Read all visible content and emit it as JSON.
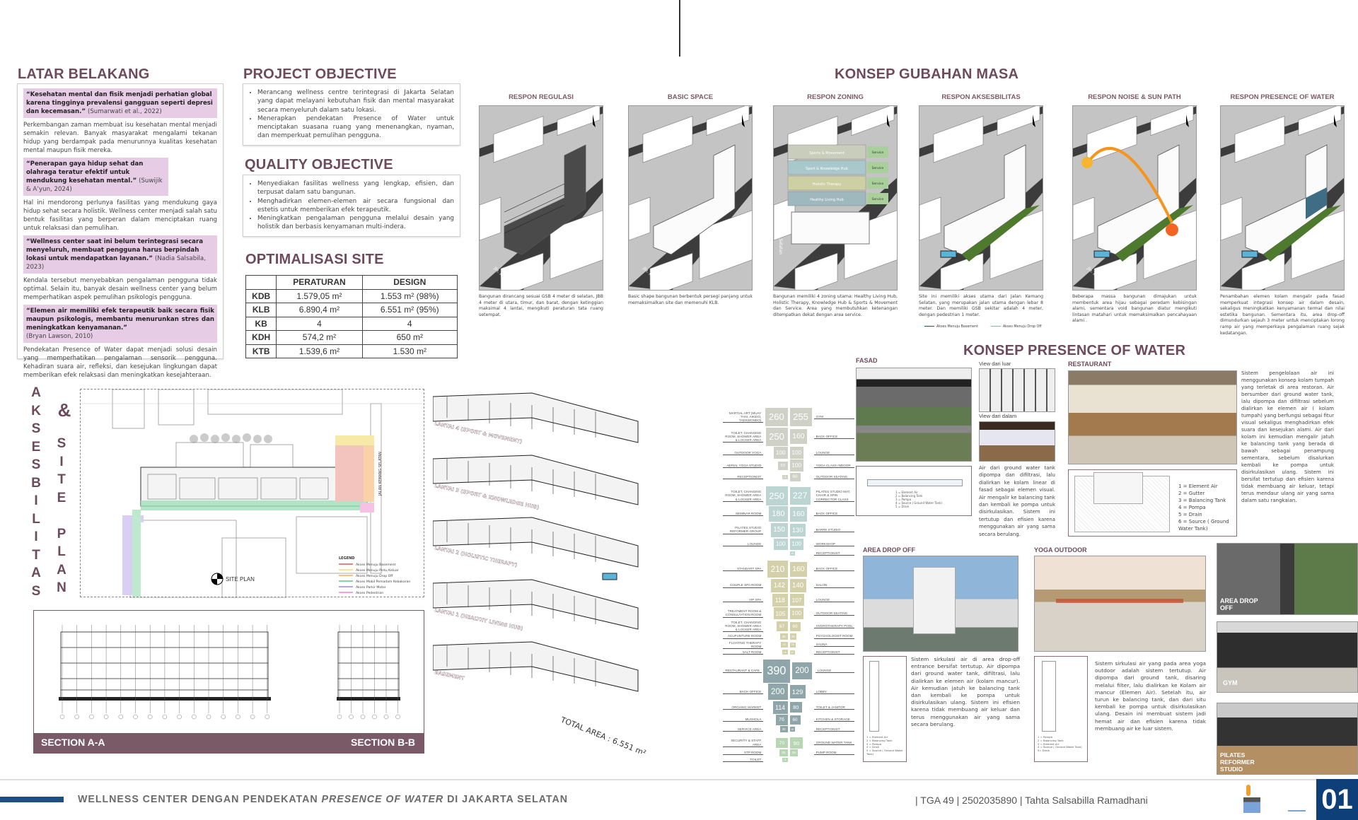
{
  "latar": {
    "title": "LATAR BELAKANG",
    "q1": "“Kesehatan mental dan fisik menjadi perhatian global karena tingginya prevalensi gangguan seperti depresi dan kecemasan.”",
    "q1_cite": "(Sumarwati et al., 2022)",
    "p1": "Perkembangan zaman membuat isu kesehatan mental menjadi semakin relevan. Banyak masyarakat mengalami tekanan hidup yang berdampak pada menurunnya kualitas kesehatan mental maupun fisik mereka.",
    "q2": "“Penerapan gaya hidup sehat dan olahraga teratur efektif untuk mendukung kesehatan mental.”",
    "q2_cite": "(Suwijik & A’yun, 2024)",
    "p2": "Hal ini mendorong perlunya fasilitas yang mendukung gaya hidup sehat secara holistik. Wellness center menjadi salah satu bentuk fasilitas yang berperan dalam menciptakan ruang untuk relaksasi dan pemulihan.",
    "q3": "“Wellness center saat ini belum terintegrasi secara menyeluruh, membuat pengguna harus berpindah lokasi untuk mendapatkan layanan.”",
    "q3_cite": "(Nadia Salsabila, 2023)",
    "p3": "Kendala tersebut menyebabkan pengalaman pengguna tidak optimal. Selain itu, banyak desain wellness center yang belum memperhatikan aspek pemulihan psikologis pengguna.",
    "q4": "“Elemen air memiliki efek terapeutik baik secara fisik maupun psikologis, membantu menurunkan stres dan meningkatkan kenyamanan.”",
    "q4_cite": "(Bryan Lawson, 2010)",
    "p4": "Pendekatan Presence of Water dapat menjadi solusi desain yang memperhatikan pengalaman sensorik pengguna. Kehadiran suara air, refleksi, dan kesejukan lingkungan dapat memberikan efek relaksasi dan meningkatkan kesejahteraan."
  },
  "project_objective": {
    "title": "PROJECT OBJECTIVE",
    "items": [
      "Merancang wellness centre terintegrasi di Jakarta Selatan yang dapat melayani kebutuhan fisik dan mental masyarakat secara menyeluruh dalam satu lokasi.",
      "Menerapkan pendekatan Presence of Water untuk menciptakan suasana ruang yang menenangkan, nyaman, dan memperkuat pemulihan pengguna."
    ]
  },
  "quality_objective": {
    "title": "QUALITY OBJECTIVE",
    "items": [
      "Menyediakan fasilitas wellness yang lengkap, efisien, dan terpusat dalam satu bangunan.",
      "Menghadirkan elemen-elemen air secara fungsional dan estetis untuk memberikan efek terapeutik.",
      "Meningkatkan pengalaman pengguna melalui desain yang holistik dan berbasis kenyamanan multi-indera."
    ]
  },
  "optimalisasi": {
    "title": "OPTIMALISASI SITE",
    "headers": [
      "",
      "PERATURAN",
      "DESIGN"
    ],
    "rows": [
      [
        "KDB",
        "1.579,05 m²",
        "1.553 m² (98%)"
      ],
      [
        "KLB",
        "6.890,4 m²",
        "6.551 m² (95%)"
      ],
      [
        "KB",
        "4",
        "4"
      ],
      [
        "KDH",
        "574,2 m²",
        "650 m²"
      ],
      [
        "KTB",
        "1.539,6 m²",
        "1.530 m²"
      ]
    ]
  },
  "gubahan": {
    "title": "KONSEP GUBAHAN MASA",
    "street": "Jln. Kemang Selatan",
    "panels": [
      {
        "title": "RESPON REGULASI",
        "caption": "Bangunan dirancang sesuai GSB 4 meter di selatan, JBB 4 meter di utara, timur, dan barat, dengan ketinggian maksimal 4 lantai, mengikuti peraturan tata ruang setempat."
      },
      {
        "title": "BASIC SPACE",
        "caption": "Basic shape bangunan berbentuk persegi panjang untuk memaksimalkan site dan memenuhi KLB."
      },
      {
        "title": "RESPON ZONING",
        "caption": "Bangunan memiliki 4 zoning utama: Healthy Living Hub, Holistic Therapy, Knowledge Hub & Sports & Movement dan Service. Area yang membutuhkan ketenangan ditempatkan dekat dengan area service.",
        "zones": [
          "Sports & Movement",
          "Sport & Knowledge Hub",
          "Holistic Therapy",
          "Healthy Living Hub"
        ],
        "service": "Service"
      },
      {
        "title": "RESPON AKSESBILITAS",
        "caption": "Site ini memiliki akses utama dari Jalan Kemang Selatan, yang merupakan jalan utama dengan lebar 8 meter. Dan memiliki GSB sekitar adalah 4 meter, dengan pedestrian 1 meter.",
        "legend": [
          "Akses Menuju Basement",
          "Akses Menuju Drop Off"
        ]
      },
      {
        "title": "RESPON NOISE & SUN PATH",
        "caption": "Beberapa massa bangunan dimajukan untuk membentuk area hijau sebagai peredam kebisingan alami, sementara void bangunan diatur mengikuti lintasan matahari untuk memaksimalkan pencahayaan alami ."
      },
      {
        "title": "RESPON PRESENCE OF WATER",
        "caption": "Penambahan elemen kolam mengalir pada fasad memperkuat integrasi konsep air dalam desain, sekaligus meningkatkan kenyamanan termal dan nilai estetika bangunan. Sementara itu, area drop-off dimundurkan sejauh 3 meter untuk menciptakan lorong ramp air yang memperkaya pengalaman ruang sejak kedatangan."
      }
    ]
  },
  "site": {
    "vertical_left": "AKSESBILITAS",
    "amp": "&",
    "vertical_right": [
      "S",
      "I",
      "T",
      "E",
      "",
      "P",
      "L",
      "A",
      "N"
    ],
    "street": "JALAN KEMANG SELATAN",
    "plan_label": "SITE PLAN",
    "legend_title": "LEGEND",
    "legend": [
      {
        "label": "Akses Menuju Basement",
        "color": "#d9363e"
      },
      {
        "label": "Akses Menuju Pintu Keluar",
        "color": "#f2d45c"
      },
      {
        "label": "Akses Menuju Drop Off",
        "color": "#f39a3b"
      },
      {
        "label": "Akses Mobil Pemadam Kebakaran",
        "color": "#3cba6f"
      },
      {
        "label": "Akses Parkir Motor",
        "color": "#8b6ee8"
      },
      {
        "label": "Akses Pedestrian",
        "color": "#e86cc4"
      }
    ],
    "section_a": "SECTION A-A",
    "section_b": "SECTION B-B"
  },
  "axo": {
    "floors": [
      "LANTAI 4 (SPORT & MOVEMENT)",
      "LANTAI 3 (SPORT & KNOWLEDGE HUB)",
      "LANTAI 2 (HOLISTIC THERAPY)",
      "LANTAI 1 (HEALTHY LIVING HUB)",
      "BASEMENT"
    ],
    "total": "TOTAL AREA : 6.551 m²"
  },
  "areas": [
    {
      "color": "#cfd0c6",
      "rows": [
        [
          [
            "MARTIAL ART (MUAY THAI, AIKIDO, TAEKWONDO)",
            260
          ],
          [
            "GYM",
            255
          ]
        ],
        [
          [
            "TOILET, CHANGING ROOM, SHOWER AREA & LOCKER AREA",
            250
          ],
          [
            "BACK OFFICE",
            160
          ]
        ],
        [
          [
            "OUTDOOR YOGA",
            100
          ],
          [
            "LOUNGE",
            100
          ]
        ],
        [
          [
            "AERIAL YOGA STUDIO",
            50
          ],
          [
            "YOGA CLASS INDOOR",
            100
          ]
        ],
        [
          [
            "RECEPTIONIST",
            15
          ],
          [
            "OUTDOOR SEATING",
            60
          ]
        ]
      ]
    },
    {
      "color": "#bcd4d2",
      "rows": [
        [
          [
            "TOILET, CHANGING ROOM, SHOWER AREA & LOCKER AREA",
            250
          ],
          [
            "PILATES STUDIO MAT, CHAIR & SPIN CORRECTOR CLASS",
            227
          ]
        ],
        [
          [
            "SEMINAR ROOM",
            180
          ],
          [
            "BACK OFFICE",
            160
          ]
        ],
        [
          [
            "PILATES STUDIO REFORMER GROUP",
            150
          ],
          [
            "BARRE STUDIO",
            130
          ]
        ],
        [
          [
            "LOUNGE",
            100
          ],
          [
            "WORKSHOP",
            100
          ]
        ],
        [
          null,
          [
            "RECEPTIONIST",
            15
          ]
        ]
      ]
    },
    {
      "color": "#d4d0aa",
      "rows": [
        [
          [
            "STANDART SPA",
            210
          ],
          [
            "BACK OFFICE",
            160
          ]
        ],
        [
          [
            "COUPLE SPA ROOM",
            142
          ],
          [
            "SALON",
            140
          ]
        ],
        [
          [
            "VIP SPA",
            118
          ],
          [
            "LOUNGE",
            107
          ]
        ],
        [
          [
            "TREATMENT ROOM & CONSULTATION ROOM",
            105
          ],
          [
            "OUTDOOR SEATING",
            100
          ]
        ],
        [
          [
            "TOILET, CHANGING ROOM, SHOWER AREA & LOCKER AREA",
            67
          ],
          [
            "HYDROTHERAPY POOL",
            60
          ]
        ],
        [
          [
            "ACUPUNTURE ROOM",
            30
          ],
          [
            "PSYCHOLOGIST ROOM",
            25
          ]
        ],
        [
          [
            "FLOATING THERAPY ROOM",
            22
          ],
          [
            "SAUNA",
            20
          ]
        ],
        [
          [
            "SALT ROOM",
            15
          ],
          [
            "RECEPTIONIST",
            12
          ]
        ]
      ]
    },
    {
      "color": "#8ea5aa",
      "rows": [
        [
          [
            "RESTAURANT & CAFE",
            390
          ],
          [
            "LOUNGE",
            200
          ]
        ],
        [
          [
            "BACK OFFICE",
            200
          ],
          [
            "LOBBY",
            129
          ]
        ],
        [
          [
            "ORGANIC MARKET",
            114
          ],
          [
            "TOILET & JANITOR",
            80
          ]
        ],
        [
          [
            "MUSHOLA",
            76
          ],
          [
            "KITCHEN & STORAGE",
            60
          ]
        ],
        [
          [
            "SERVICE AREA",
            30
          ],
          [
            "RECEPTIONIST",
            15
          ]
        ]
      ]
    },
    {
      "color": "#b8d5b4",
      "rows": [
        [
          [
            "SECURITY & STAFF AREA",
            70
          ],
          [
            "GROUND WATER TANK",
            90
          ]
        ],
        [
          [
            "STP ROOM",
            35
          ],
          [
            "PUMP ROOM",
            35
          ]
        ],
        [
          [
            "TOILET",
            15
          ],
          null
        ]
      ]
    }
  ],
  "water": {
    "title": "KONSEP PRESENCE OF WATER",
    "fasad": {
      "label": "FASAD",
      "view_out": "View dari luar",
      "view_in": "View dari dalam",
      "legend": [
        "1 = Element Air",
        "2 = Balancing Tank",
        "3 = Pompa",
        "4 = Source ( Ground Water Tank)",
        "5 = Drain"
      ],
      "text": "Air dari ground water tank dipompa dan difiltrasi, lalu dialirkan ke kolam linear di fasad sebagai elemen visual. Air mengalir ke balancing tank dan kembali ke pompa untuk disirkulasikan. Sistem ini tertutup dan efisien karena menggunakan air yang sama secara berulang."
    },
    "restaurant": {
      "label": "RESTAURANT",
      "legend": [
        "1 = Element Air",
        "2 = Gutter",
        "3 = Balancing Tank",
        "4 = Pompa",
        "5 = Drain",
        "6 = Source ( Ground Water Tank)"
      ],
      "text": "Sistem pengelolaan air ini menggunakan konsep kolam tumpah yang terletak di area restoran. Air bersumber dari ground water tank, lalu dipompa dan difiltrasi sebelum dialirkan ke elemen air ( kolam tumpah) yang berfungsi sebagai fitur visual sekaligus menghadirkan efek suara dan kesejukan alami. Air dari kolam ini kemudian mengalir jatuh ke balancing tank yang berada di bawah sebagai penampung sementara, sebelum disalurkan kembali ke pompa untuk disirkulasikan ulang. Sistem ini bersifat tertutup dan efisien karena tidak membuang air keluar, tetapi terus mendaur ulang air yang sama dalam satu rangkaian."
    },
    "dropoff": {
      "label": "AREA DROP OFF",
      "legend": [
        "1 = Element Air",
        "2 = Balancing Tank",
        "3 = Pompa",
        "4 = Drain",
        "5 = Source ( Ground Water Tank)"
      ],
      "text": "Sistem sirkulasi air di area drop-off entrance bersifat tertutup. Air dipompa dari ground water tank, difiltrasi, lalu dialirkan ke elemen air (kolam mancur). Air kemudian jatuh ke balancing tank dan kembali ke pompa untuk disirkulasikan ulang. Sistem ini efisien karena tidak membuang air keluar dan terus menggunakan air yang sama secara berulang."
    },
    "yoga": {
      "label": "YOGA OUTDOOR",
      "legend": [
        "1 = Pompa",
        "2 = Balancing Tank",
        "3 = Element Air",
        "4 = Source ( Ground Water Tank)",
        "5= Drain"
      ],
      "text": "Sistem sirkulasi air yang pada area yoga outdoor adalah sistem tertutup. Air dipompa dari ground tank, disaring melalui filter, lalu dialirkan ke Kolam air mancur (Elemen Air). Setelah itu, air turun ke balancing tank, dan dari situ kembali ke pompa untuk disirkulasikan ulang. Desain ini membuat sistem jadi hemat air dan efisien karena tidak membuang air ke luar sistem."
    },
    "photos": [
      "AREA DROP OFF",
      "GYM",
      "PILATES REFORMER STUDIO"
    ]
  },
  "footer": {
    "title_parts": [
      "WELLNESS CENTER DENGAN PENDEKATAN ",
      "PRESENCE OF WATER",
      " DI JAKARTA SELATAN"
    ],
    "info": "| TGA 49 | 2502035890 | Tahta Salsabilla Ramadhani",
    "page": "01"
  }
}
